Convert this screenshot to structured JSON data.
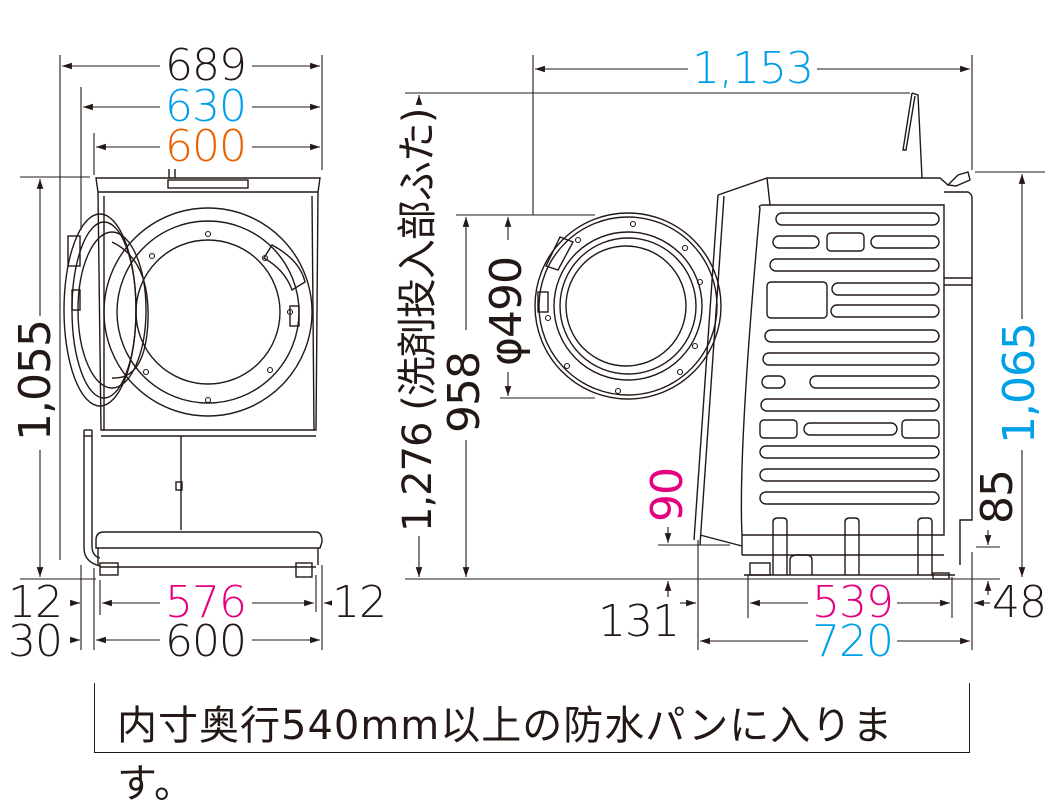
{
  "colors": {
    "line": "#231815",
    "blue": "#00a0e9",
    "orange": "#ea6000",
    "pink": "#e4007f"
  },
  "front_view": {
    "width_overall": "689",
    "width_with_hose": "630",
    "width_body": "600",
    "height_overall": "1,055",
    "foot_inner_span": "576",
    "foot_left_offset": "12",
    "foot_right_offset": "12",
    "hose_offset": "30",
    "base_width": "600"
  },
  "side_view": {
    "depth_overall": "1,153",
    "height_lid_open": "1,276 (洗剤投入部ふた)",
    "door_center_height": "958",
    "door_diameter": "φ490",
    "height_overall": "1,065",
    "rear_clearance_height": "85",
    "front_clearance_height": "90",
    "front_offset": "131",
    "foot_span": "539",
    "rear_offset": "48",
    "depth_body": "720"
  },
  "note": {
    "text": "内寸奥行540mm以上の防水パンに入ります。"
  }
}
